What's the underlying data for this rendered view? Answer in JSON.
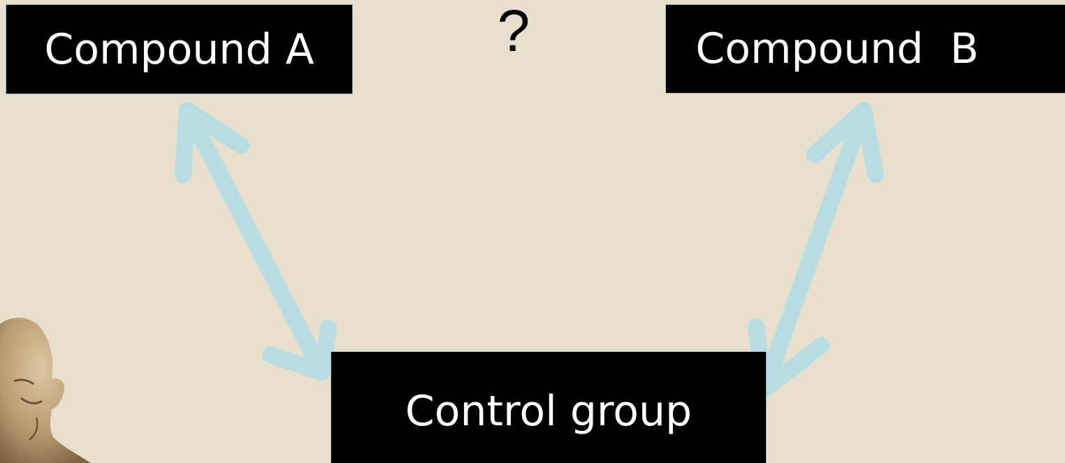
{
  "diagram": {
    "compound_a_label": "Compound A",
    "compound_b_label": "Compound  B",
    "control_label": "Control group",
    "question_mark": "?"
  },
  "colors": {
    "background": "#e8dfcc",
    "box_fill": "#000000",
    "box_text": "#ffffff",
    "arrow": "#b7dde3"
  },
  "decor": {
    "photo_icon": "statue-head-icon"
  }
}
